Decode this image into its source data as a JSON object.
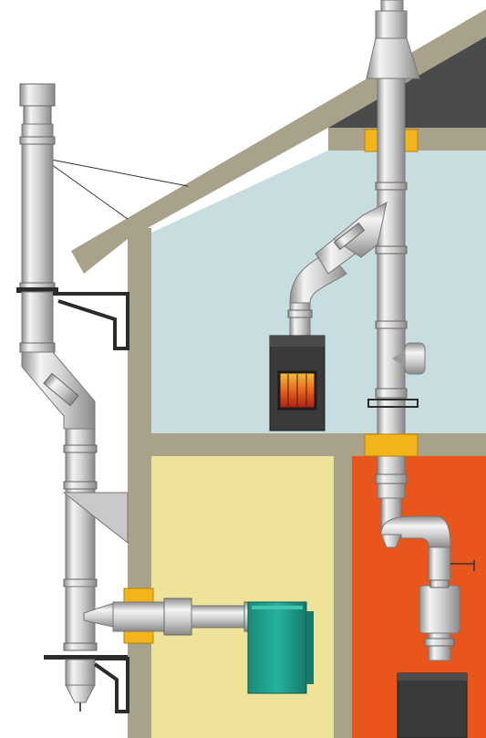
{
  "scene": {
    "colors": {
      "background": "#ffffff",
      "house_wall": "#a8a28a",
      "roof_dark": "#4a4a4a",
      "attic_room": "#c8dde0",
      "yellow_room": "#efe39a",
      "orange_room": "#e8561c",
      "steel_light": "#e6e6e6",
      "steel_mid": "#b9b9b9",
      "steel_dark": "#8a8a8a",
      "passthrough_yellow": "#f2b51c",
      "boiler_teal": "#1f9e8c",
      "stove_dark": "#3a3a3a",
      "fire": "#d8401a",
      "bracket": "#2b2b2b"
    },
    "items": {
      "outdoor_chimney": "outdoor-chimney-pipe",
      "indoor_chimney": "indoor-chimney-pipe",
      "fireplace": "wood-stove",
      "gas_boiler": "boiler",
      "basement_heater": "basement-heater"
    }
  }
}
